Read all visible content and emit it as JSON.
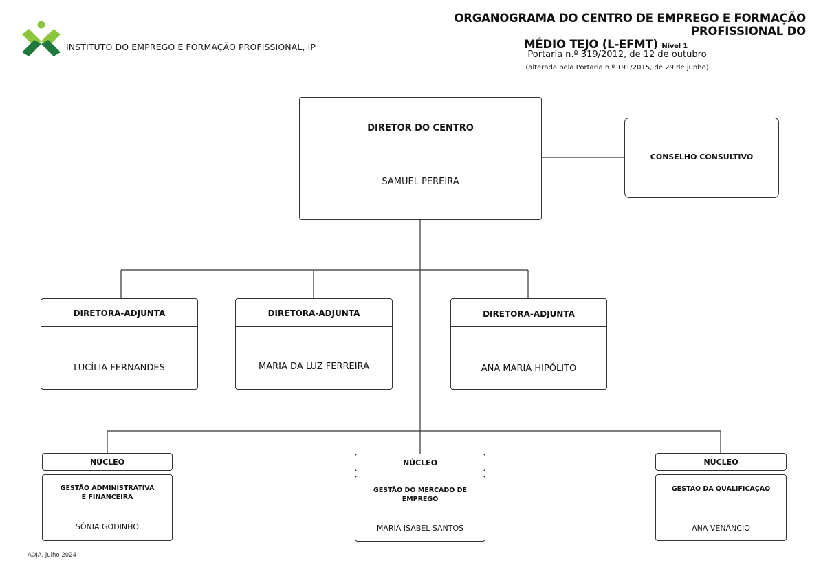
{
  "header": {
    "org_name": "INSTITUTO DO EMPREGO E FORMAÇÃO PROFISSIONAL, IP",
    "title_line1": "ORGANOGRAMA DO  CENTRO DE EMPREGO E FORMAÇÃO PROFISSIONAL DO",
    "title_line2": "MÉDIO TEJO (L-EFMT)",
    "level": "Nível 1",
    "subtitle": "Portaria n.º 319/2012, de 12 de outubro",
    "subtitle2": "(alterada pela Portaria n.º 191/2015, de 29 de junho)"
  },
  "director": {
    "role": "DIRETOR DO CENTRO",
    "name": "SAMUEL PEREIRA"
  },
  "council": {
    "label": "CONSELHO CONSULTIVO"
  },
  "deputies": [
    {
      "role": "DIRETORA-ADJUNTA",
      "name": "LUCÍLIA FERNANDES"
    },
    {
      "role": "DIRETORA-ADJUNTA",
      "name": "MARIA DA LUZ FERREIRA"
    },
    {
      "role": "DIRETORA-ADJUNTA",
      "name": "ANA MARIA HIPÓLITO"
    }
  ],
  "nucleos": [
    {
      "label": "NÚCLEO",
      "unit_line1": "GESTÃO ADMINISTRATIVA",
      "unit_line2": "E FINANCEIRA",
      "name": "SÓNIA GODINHO"
    },
    {
      "label": "NÚCLEO",
      "unit_line1": "GESTÃO DO MERCADO DE EMPREGO",
      "unit_line2": "",
      "name": "MARIA ISABEL SANTOS"
    },
    {
      "label": "NÚCLEO",
      "unit_line1": "GESTÃO DA QUALIFICAÇÃO",
      "unit_line2": "",
      "name": "ANA VENÂNCIO"
    }
  ],
  "footer": {
    "text": "AOJA, julho 2024"
  },
  "colors": {
    "logo_green": "#8cc63f",
    "logo_dark_green": "#1e7a3c",
    "line": "#333333"
  }
}
